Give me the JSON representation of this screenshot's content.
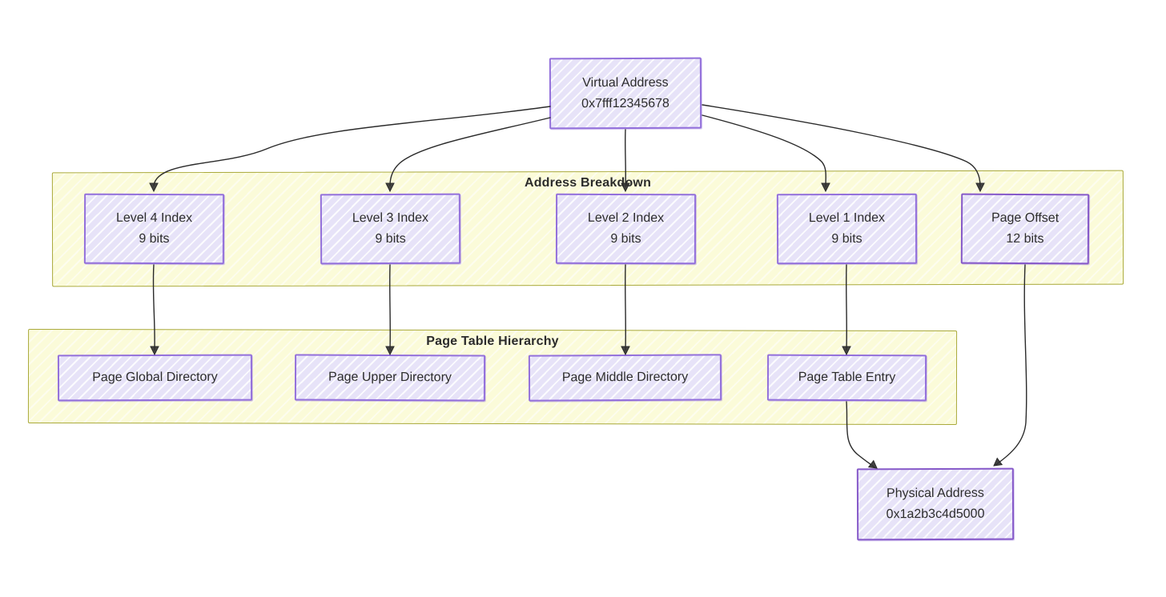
{
  "virtual_address": {
    "line1": "Virtual Address",
    "line2": "0x7fff12345678"
  },
  "breakdown": {
    "title": "Address Breakdown",
    "boxes": [
      {
        "line1": "Level 4 Index",
        "line2": "9 bits"
      },
      {
        "line1": "Level 3 Index",
        "line2": "9 bits"
      },
      {
        "line1": "Level 2 Index",
        "line2": "9 bits"
      },
      {
        "line1": "Level 1 Index",
        "line2": "9 bits"
      },
      {
        "line1": "Page Offset",
        "line2": "12 bits"
      }
    ]
  },
  "hierarchy": {
    "title": "Page Table Hierarchy",
    "boxes": [
      {
        "label": "Page Global Directory"
      },
      {
        "label": "Page Upper Directory"
      },
      {
        "label": "Page Middle Directory"
      },
      {
        "label": "Page Table Entry"
      }
    ]
  },
  "physical_address": {
    "line1": "Physical Address",
    "line2": "0x1a2b3c4d5000"
  },
  "colors": {
    "node_fill": "#e7e3f8",
    "node_border": "#9370db",
    "band_fill": "#fbfbd9",
    "band_border": "#a9a93a",
    "arrow": "#2a2a2a",
    "text": "#2d2d2d"
  }
}
